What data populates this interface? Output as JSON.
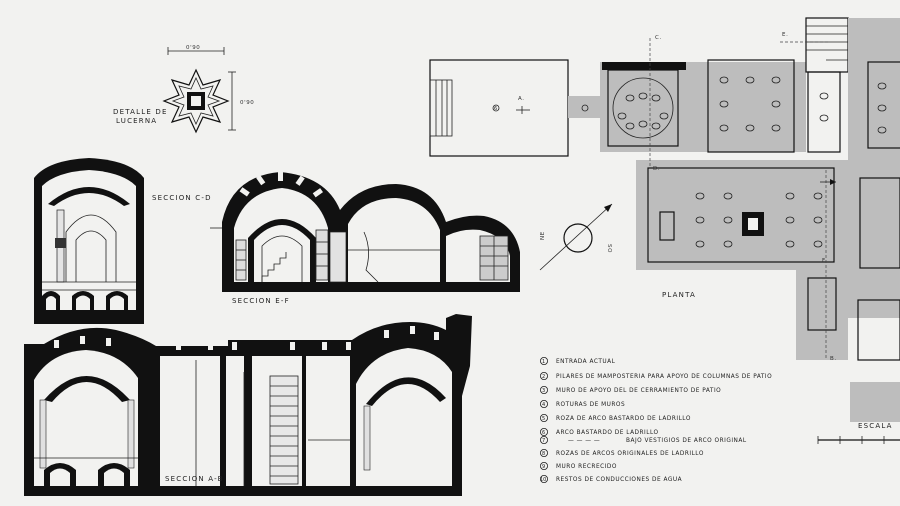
{
  "labels": {
    "lucerna": [
      "DETALLE DE",
      "LUCERNA"
    ],
    "dim_top": "0'90",
    "dim_side": "0'90",
    "seccion_cd": "SECCION C-D",
    "seccion_ef": "SECCION E-F",
    "seccion_ab": "SECCION A-B",
    "planta": "PLANTA",
    "escala": "ESCALA",
    "marker_a": "A.",
    "marker_b": "B.",
    "marker_c": "C.",
    "marker_d": "D.",
    "marker_e": "E.",
    "marker_f": "F.",
    "compass_ne": "NE",
    "compass_so": "SO"
  },
  "legend": [
    {
      "num": "1",
      "text": "ENTRADA ACTUAL"
    },
    {
      "num": "2",
      "text": "PILARES DE MAMPOSTERIA PARA APOYO DE COLUMNAS DE PATIO"
    },
    {
      "num": "3",
      "text": "MURO DE APOYO DEL DE CERRAMIENTO DE PATIO"
    },
    {
      "num": "4",
      "text": "ROTURAS DE MUROS"
    },
    {
      "num": "5",
      "text": "ROZA DE ARCO BASTARDO DE LADRILLO"
    },
    {
      "num": "6",
      "text": "ARCO BASTARDO DE LADRILLO"
    },
    {
      "num": "7",
      "text": "BAJO VESTIGIOS DE ARCO ORIGINAL"
    },
    {
      "num": "8",
      "text": "ROZAS DE ARCOS ORIGINALES DE LADRILLO"
    },
    {
      "num": "9",
      "text": "MURO RECRECIDO"
    },
    {
      "num": "10",
      "text": "RESTOS DE CONDUCCIONES DE AGUA"
    }
  ],
  "colors": {
    "paper": "#f2f2f0",
    "ink": "#111111",
    "hatch": "#bdbdbd"
  }
}
